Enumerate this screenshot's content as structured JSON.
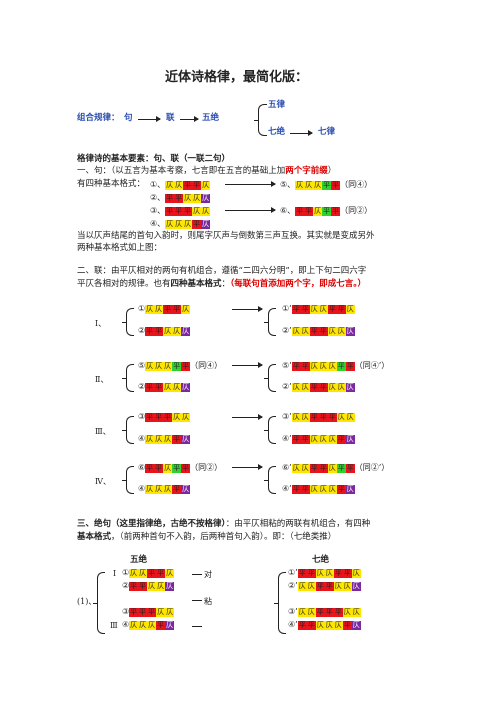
{
  "title": "近体诗格律，最简化版：",
  "combine": {
    "label": "组合规律：",
    "ju": "句",
    "lian": "联",
    "wujue": "五绝",
    "wulv": "五律",
    "qijue": "七绝",
    "qilv": "七律"
  },
  "elements_heading": "格律诗的基本要素：句、联（一联二句）",
  "sec1": {
    "line1_a": "一、句：（以五言为基本考察，七言即在五言的基础上加",
    "line1_b": "两个字前缀",
    "line1_c": "）",
    "intro": "有四种基本格式：",
    "p1": "①、",
    "p2": "②、",
    "p3": "③、",
    "p4": "④、",
    "p5": "⑤、",
    "p6": "⑥、",
    "p5_note": "（同④）",
    "p6_note": "（同②）",
    "note1": "当以仄声结尾的首句入韵时，则尾字仄声与倒数第三声互换。其实就是变成另外",
    "note2": "两种基本格式如上图："
  },
  "sec2": {
    "line1": "二、联：由平仄相对的两句有机组合，遵循“二四六分明”，即上下句二四六字",
    "line2_a": "平仄各相对的规律。也有",
    "line2_b": "四种基本格式",
    "line2_c": "：",
    "line2_d": "（每联句首添加两个字，即成七言。）",
    "groups": [
      {
        "label": "Ⅰ、",
        "a": "①",
        "b": "②",
        "c": "①’",
        "d": "②’",
        "a_note": "",
        "c_note": ""
      },
      {
        "label": "Ⅱ、",
        "a": "⑤",
        "b": "②",
        "c": "⑤’",
        "d": "②’",
        "a_note": "（同④）",
        "c_note": "（同④’）"
      },
      {
        "label": "Ⅲ、",
        "a": "③",
        "b": "④",
        "c": "③’",
        "d": "④’",
        "a_note": "",
        "c_note": ""
      },
      {
        "label": "Ⅳ、",
        "a": "⑥",
        "b": "④",
        "c": "⑥’",
        "d": "④’",
        "a_note": "（同②）",
        "c_note": "（同②’）"
      }
    ]
  },
  "sec3": {
    "line1_a": "三、绝句（这里指律绝，古绝不按格律）",
    "line1_b": "：由平仄相粘的两联有机组合，有四种",
    "line2_a": "基本格式",
    "line2_b": "，（前两种首句不入韵，后两种首句入韵）。即：（七绝类推）",
    "wujue": "五绝",
    "qijue": "七绝",
    "outer": "(1)、",
    "g1": "Ⅰ",
    "g3": "Ⅲ",
    "dui": "对",
    "nian": "粘",
    "l1": "①",
    "l2": "②",
    "l3": "③",
    "l4": "④",
    "r1": "①’",
    "r2": "②’",
    "r3": "③’",
    "r4": "④’"
  },
  "glyph": {
    "ping": "平",
    "ze": "仄"
  },
  "colors": {
    "red": "#e8141c",
    "yellow": "#ffe600",
    "green": "#2ed12e",
    "purple": "#7a2a9e",
    "blue": "#2a4db0"
  }
}
